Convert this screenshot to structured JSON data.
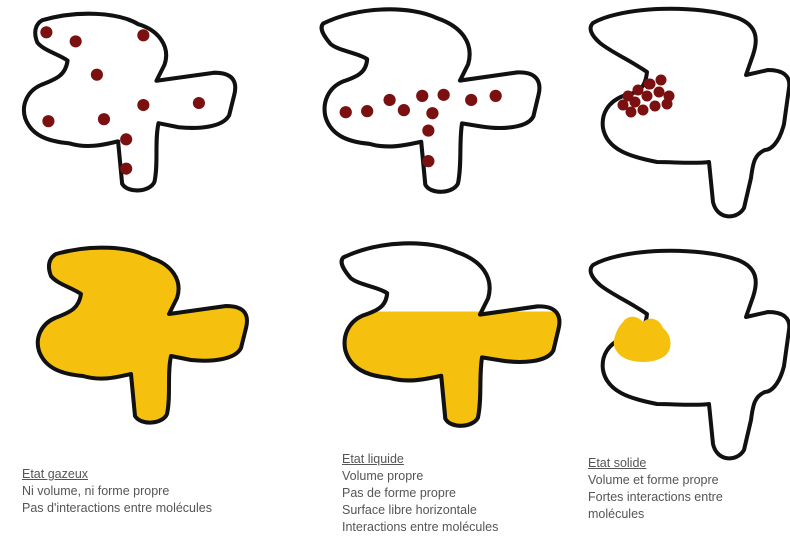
{
  "colors": {
    "outline": "#111111",
    "molecule": "#7a1010",
    "fill": "#f6c10e",
    "caption_text": "#555555"
  },
  "panels": [
    {
      "state": "gaz",
      "molecule_arrangement": "dispersées"
    },
    {
      "state": "liquide",
      "molecule_arrangement": "au fond, désordonnées"
    },
    {
      "state": "solide",
      "molecule_arrangement": "groupées"
    }
  ],
  "captions": {
    "gas": {
      "title": "Etat gazeux",
      "lines": [
        "Ni volume, ni forme propre",
        "Pas d'interactions entre molécules"
      ]
    },
    "liquid": {
      "title": "Etat liquide",
      "lines": [
        "Volume propre",
        "Pas de forme propre",
        "Surface libre horizontale",
        "Interactions entre molécules"
      ]
    },
    "solid": {
      "title": "Etat solide",
      "lines": [
        "Volume et forme propre",
        "Fortes interactions entre",
        "molécules"
      ]
    }
  }
}
